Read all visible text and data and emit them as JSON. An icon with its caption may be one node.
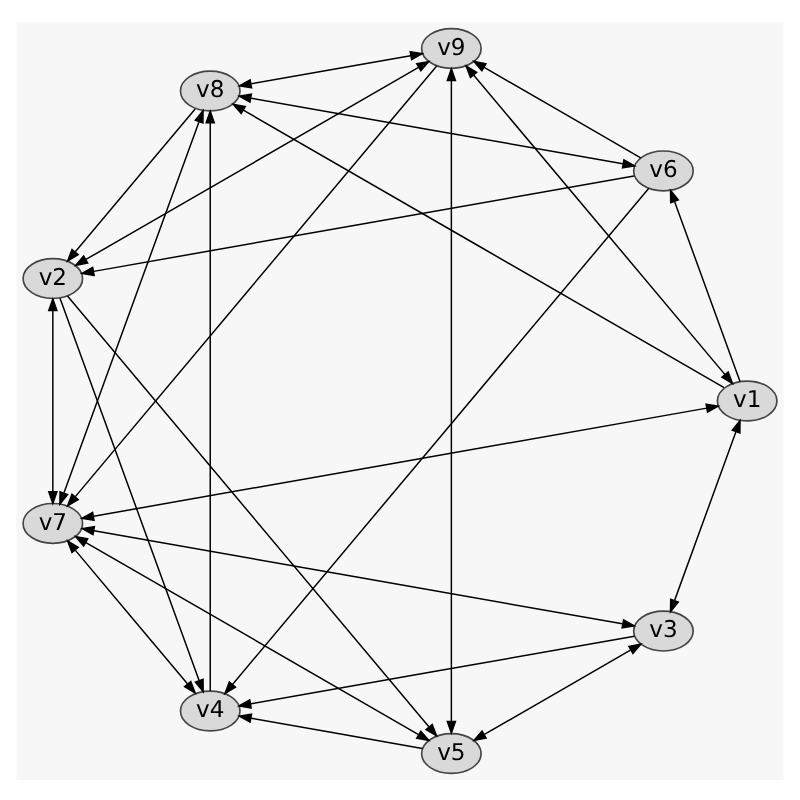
{
  "diagram": {
    "nodes": [
      {
        "text": [
          "v1"
        ]
      },
      {
        "text": [
          "v2"
        ]
      },
      {
        "text": [
          "v3"
        ]
      },
      {
        "text": [
          "v4"
        ]
      },
      {
        "text": [
          "v5"
        ]
      },
      {
        "text": [
          "v6"
        ]
      },
      {
        "text": [
          "v7"
        ]
      },
      {
        "text": [
          "v8"
        ]
      },
      {
        "text": [
          "v9"
        ]
      }
    ],
    "edges": [
      {
        "from": 0,
        "to": 8,
        "arrow": "both"
      },
      {
        "from": 0,
        "to": 2,
        "arrow": "both"
      },
      {
        "from": 0,
        "to": 7,
        "arrow": "to"
      },
      {
        "from": 0,
        "to": 6,
        "arrow": "both"
      },
      {
        "from": 0,
        "to": 5,
        "arrow": "to"
      },
      {
        "from": 8,
        "to": 1,
        "arrow": "both"
      },
      {
        "from": 7,
        "to": 1,
        "arrow": "to"
      },
      {
        "from": 6,
        "to": 1,
        "arrow": "both"
      },
      {
        "from": 5,
        "to": 1,
        "arrow": "to"
      },
      {
        "from": 1,
        "to": 3,
        "arrow": "to"
      },
      {
        "from": 1,
        "to": 4,
        "arrow": "to"
      },
      {
        "from": 6,
        "to": 2,
        "arrow": "both"
      },
      {
        "from": 2,
        "to": 3,
        "arrow": "to"
      },
      {
        "from": 4,
        "to": 2,
        "arrow": "both"
      },
      {
        "from": 3,
        "to": 6,
        "arrow": "both"
      },
      {
        "from": 4,
        "to": 3,
        "arrow": "to"
      },
      {
        "from": 5,
        "to": 3,
        "arrow": "to"
      },
      {
        "from": 3,
        "to": 7,
        "arrow": "to"
      },
      {
        "from": 8,
        "to": 4,
        "arrow": "both"
      },
      {
        "from": 4,
        "to": 6,
        "arrow": "both"
      },
      {
        "from": 5,
        "to": 8,
        "arrow": "to"
      },
      {
        "from": 7,
        "to": 5,
        "arrow": "both"
      },
      {
        "from": 7,
        "to": 6,
        "arrow": "both"
      },
      {
        "from": 8,
        "to": 7,
        "arrow": "both"
      },
      {
        "from": 8,
        "to": 6,
        "arrow": "to"
      }
    ]
  }
}
